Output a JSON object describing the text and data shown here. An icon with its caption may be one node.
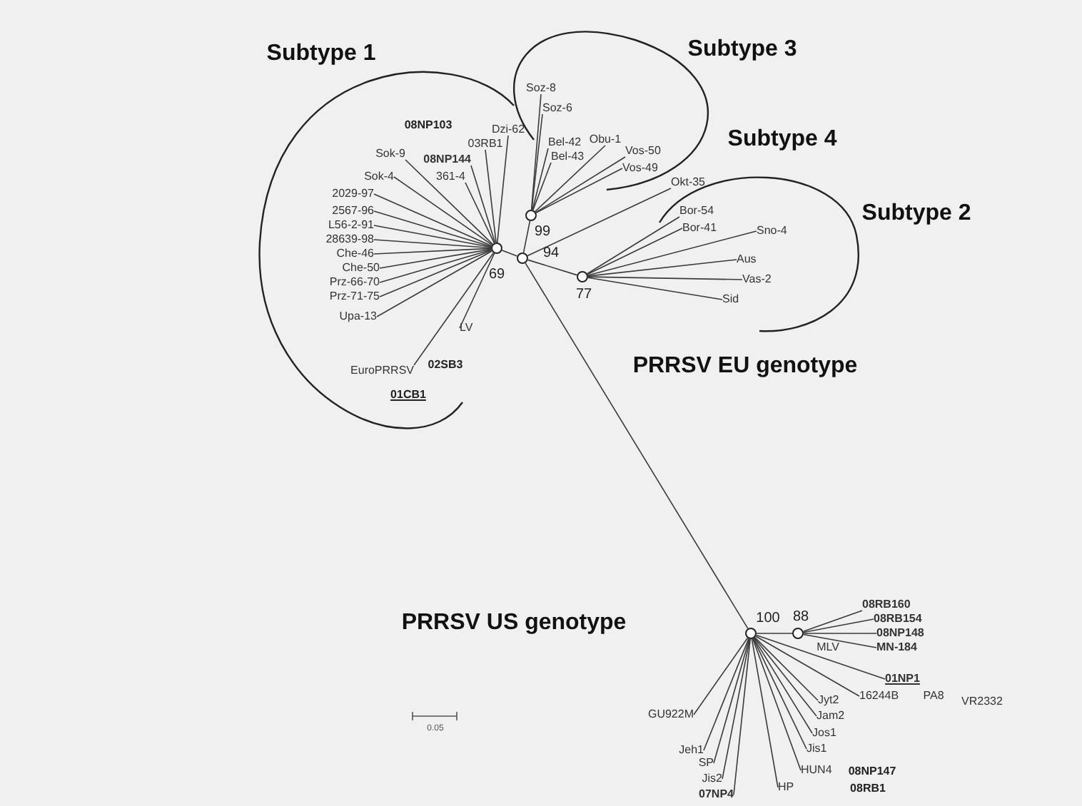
{
  "diagram": {
    "nodes": [
      {
        "text": [],
        "shape": "circle",
        "beside": [
          "69"
        ]
      },
      {
        "text": [],
        "shape": "circle",
        "beside": [
          "94"
        ]
      },
      {
        "text": [],
        "shape": "circle",
        "beside": [
          "99"
        ]
      },
      {
        "text": [],
        "shape": "circle",
        "beside": [
          "77"
        ]
      },
      {
        "text": [],
        "shape": "circle",
        "beside": [
          "100"
        ]
      },
      {
        "text": [],
        "shape": "circle",
        "beside": [
          "88"
        ]
      },
      {
        "text": [
          "Dzi-62"
        ]
      },
      {
        "text": [
          "03RB1"
        ]
      },
      {
        "text": [
          "08NP144"
        ]
      },
      {
        "text": [
          "361-4"
        ]
      },
      {
        "text": [
          "Sok-9"
        ]
      },
      {
        "text": [
          "Sok-4"
        ]
      },
      {
        "text": [
          "2029-97"
        ]
      },
      {
        "text": [
          "2567-96"
        ]
      },
      {
        "text": [
          "L56-2-91"
        ]
      },
      {
        "text": [
          "28639-98"
        ]
      },
      {
        "text": [
          "Che-46"
        ]
      },
      {
        "text": [
          "Che-50"
        ]
      },
      {
        "text": [
          "Prz-66-70"
        ]
      },
      {
        "text": [
          "Prz-71-75"
        ]
      },
      {
        "text": [
          "Upa-13"
        ]
      },
      {
        "text": [
          "LV"
        ]
      },
      {
        "text": [
          "EuroPRRSV"
        ]
      },
      {
        "text": [
          "Soz-8"
        ]
      },
      {
        "text": [
          "Soz-6"
        ]
      },
      {
        "text": [
          "Bel-42"
        ]
      },
      {
        "text": [
          "Bel-43"
        ]
      },
      {
        "text": [
          "Obu-1"
        ]
      },
      {
        "text": [
          "Vos-50"
        ]
      },
      {
        "text": [
          "Vos-49"
        ]
      },
      {
        "text": [
          "Okt-35"
        ]
      },
      {
        "text": [
          "Bor-54"
        ]
      },
      {
        "text": [
          "Bor-41"
        ]
      },
      {
        "text": [
          "Sno-4"
        ]
      },
      {
        "text": [
          "Aus"
        ]
      },
      {
        "text": [
          "Vas-2"
        ]
      },
      {
        "text": [
          "Sid"
        ]
      },
      {
        "text": [
          "08RB160"
        ]
      },
      {
        "text": [
          "08RB154"
        ]
      },
      {
        "text": [
          "08NP148"
        ]
      },
      {
        "text": [
          "MN-184"
        ]
      },
      {
        "text": [
          "01NP1"
        ]
      },
      {
        "text": [
          "16244B"
        ]
      },
      {
        "text": [
          "Jyt2"
        ]
      },
      {
        "text": [
          "Jam2"
        ]
      },
      {
        "text": [
          "Jos1"
        ]
      },
      {
        "text": [
          "Jis1"
        ]
      },
      {
        "text": [
          "HUN4"
        ]
      },
      {
        "text": [
          "HP"
        ]
      },
      {
        "text": [
          "GU922M"
        ]
      },
      {
        "text": [
          "Jeh1"
        ]
      },
      {
        "text": [
          "SP"
        ]
      },
      {
        "text": [
          "Jis2"
        ]
      },
      {
        "text": [
          "07NP4"
        ]
      }
    ],
    "edges": [
      {
        "from": 0,
        "to": 1,
        "arrow": "none"
      },
      {
        "from": 1,
        "to": 2,
        "arrow": "none"
      },
      {
        "from": 1,
        "to": 3,
        "arrow": "none"
      },
      {
        "from": 1,
        "to": 4,
        "arrow": "none"
      },
      {
        "from": 4,
        "to": 5,
        "arrow": "none"
      },
      {
        "from": 0,
        "to": 6,
        "arrow": "none"
      },
      {
        "from": 0,
        "to": 7,
        "arrow": "none"
      },
      {
        "from": 0,
        "to": 8,
        "arrow": "none"
      },
      {
        "from": 0,
        "to": 9,
        "arrow": "none"
      },
      {
        "from": 0,
        "to": 10,
        "arrow": "none"
      },
      {
        "from": 0,
        "to": 11,
        "arrow": "none"
      },
      {
        "from": 0,
        "to": 12,
        "arrow": "none"
      },
      {
        "from": 0,
        "to": 13,
        "arrow": "none"
      },
      {
        "from": 0,
        "to": 14,
        "arrow": "none"
      },
      {
        "from": 0,
        "to": 15,
        "arrow": "none"
      },
      {
        "from": 0,
        "to": 16,
        "arrow": "none"
      },
      {
        "from": 0,
        "to": 17,
        "arrow": "none"
      },
      {
        "from": 0,
        "to": 18,
        "arrow": "none"
      },
      {
        "from": 0,
        "to": 19,
        "arrow": "none"
      },
      {
        "from": 0,
        "to": 20,
        "arrow": "none"
      },
      {
        "from": 0,
        "to": 21,
        "arrow": "none"
      },
      {
        "from": 0,
        "to": 22,
        "arrow": "none"
      },
      {
        "from": 2,
        "to": 23,
        "arrow": "none"
      },
      {
        "from": 2,
        "to": 24,
        "arrow": "none"
      },
      {
        "from": 2,
        "to": 25,
        "arrow": "none"
      },
      {
        "from": 2,
        "to": 26,
        "arrow": "none"
      },
      {
        "from": 2,
        "to": 27,
        "arrow": "none"
      },
      {
        "from": 2,
        "to": 28,
        "arrow": "none"
      },
      {
        "from": 2,
        "to": 29,
        "arrow": "none"
      },
      {
        "from": 1,
        "to": 30,
        "arrow": "none"
      },
      {
        "from": 3,
        "to": 31,
        "arrow": "none"
      },
      {
        "from": 3,
        "to": 32,
        "arrow": "none"
      },
      {
        "from": 3,
        "to": 33,
        "arrow": "none"
      },
      {
        "from": 3,
        "to": 34,
        "arrow": "none"
      },
      {
        "from": 3,
        "to": 35,
        "arrow": "none"
      },
      {
        "from": 3,
        "to": 36,
        "arrow": "none"
      },
      {
        "from": 5,
        "to": 37,
        "arrow": "none"
      },
      {
        "from": 5,
        "to": 38,
        "arrow": "none"
      },
      {
        "from": 5,
        "to": 39,
        "arrow": "none"
      },
      {
        "from": 5,
        "to": 40,
        "arrow": "none"
      },
      {
        "from": 4,
        "to": 41,
        "arrow": "none"
      },
      {
        "from": 4,
        "to": 42,
        "arrow": "none"
      },
      {
        "from": 4,
        "to": 43,
        "arrow": "none"
      },
      {
        "from": 4,
        "to": 44,
        "arrow": "none"
      },
      {
        "from": 4,
        "to": 45,
        "arrow": "none"
      },
      {
        "from": 4,
        "to": 46,
        "arrow": "none"
      },
      {
        "from": 4,
        "to": 47,
        "arrow": "none"
      },
      {
        "from": 4,
        "to": 48,
        "arrow": "none"
      },
      {
        "from": 4,
        "to": 49,
        "arrow": "none"
      },
      {
        "from": 4,
        "to": 50,
        "arrow": "none"
      },
      {
        "from": 4,
        "to": 51,
        "arrow": "none"
      },
      {
        "from": 4,
        "to": 52,
        "arrow": "none"
      },
      {
        "from": 4,
        "to": 53,
        "arrow": "none"
      }
    ],
    "labels": [
      "Subtype 1",
      "Subtype 3",
      "Subtype 4",
      "08NP103",
      "Subtype 2",
      "02SB3",
      "01CB1",
      "PRRSV EU genotype",
      "PRRSV US genotype",
      "MLV",
      "PA8",
      "VR2332",
      "08NP147",
      "08RB1",
      "0.05"
    ]
  }
}
